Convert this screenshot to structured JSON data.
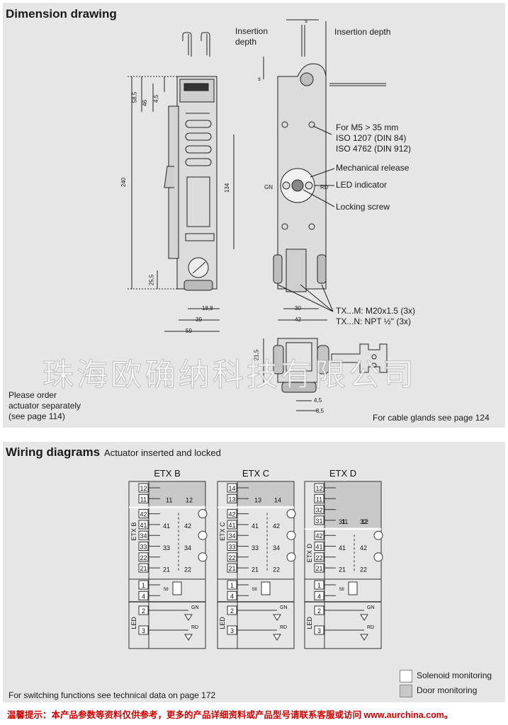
{
  "dimension_panel": {
    "title": "Dimension drawing",
    "insertion_depth_left": "Insertion\ndepth",
    "insertion_depth_right": "Insertion depth",
    "s_label": "s",
    "callout_screws": "For M5 > 35 mm\nISO 1207 (DIN 84)\nISO 4762 (DIN 912)",
    "callout_mech": "Mechanical release",
    "callout_led": "LED indicator",
    "callout_locking": "Locking screw",
    "gn": "GN",
    "rd": "RD",
    "cable_glands": "TX...M: M20x1.5 (3x)\nTX...N: NPT ½\" (3x)",
    "dims": {
      "d585": "58,5",
      "d46": "46",
      "d45": "4,5",
      "d240": "240",
      "d134": "134",
      "d255": "25,5",
      "d188": "18,8",
      "d39": "39",
      "d59": "59",
      "d30": "30",
      "d42": "42",
      "d215": "21,5",
      "d45b": "4,5",
      "d85": "8,5"
    },
    "order_note": "Please order\nactuator separately\n(see page 114)",
    "glands_note": "For cable glands see page 124"
  },
  "wiring_panel": {
    "title": "Wiring diagrams",
    "subtitle": "Actuator inserted and locked",
    "diagrams": [
      {
        "name": "ETX B",
        "side": "ETX B",
        "top": [
          "12",
          "11"
        ],
        "top_contacts": [
          "11",
          "12"
        ],
        "mid": [
          "42",
          "41",
          "34",
          "33",
          "22",
          "21"
        ],
        "mid_contacts": [
          "41",
          "42",
          "33",
          "34",
          "21",
          "22"
        ],
        "coil": [
          "1",
          "4"
        ],
        "led": [
          "2",
          "3"
        ]
      },
      {
        "name": "ETX C",
        "side": "ETX C",
        "top": [
          "14",
          "13"
        ],
        "top_contacts": [
          "13",
          "14"
        ],
        "mid": [
          "42",
          "41",
          "34",
          "33",
          "22",
          "21"
        ],
        "mid_contacts": [
          "41",
          "42",
          "33",
          "34",
          "21",
          "22"
        ],
        "coil": [
          "1",
          "4"
        ],
        "led": [
          "2",
          "3"
        ]
      },
      {
        "name": "ETX D",
        "side": "ETX D",
        "top": [
          "12",
          "11",
          "32",
          "31"
        ],
        "top_contacts": [
          "11",
          "12",
          "31",
          "32"
        ],
        "mid": [
          "42",
          "41",
          "22",
          "21"
        ],
        "mid_contacts": [
          "41",
          "42",
          "21",
          "22"
        ],
        "coil": [
          "1",
          "4"
        ],
        "led": [
          "2",
          "3"
        ]
      }
    ],
    "led_label": "LED",
    "gn": "GN",
    "rd": "RD",
    "coil_symbol": "S8",
    "legend": [
      {
        "label": "Solenoid monitoring",
        "color": "#ffffff"
      },
      {
        "label": "Door monitoring",
        "color": "#c8c8c8"
      }
    ],
    "switching_note": "For switching functions see technical data on page 172"
  },
  "watermark": "珠海欧确纳科技有限公司",
  "footer": "温馨提示：本产品参数等资料仅供参考，更多的产品详细资料或产品型号请联系客服或访问 www.aurchina.com。"
}
